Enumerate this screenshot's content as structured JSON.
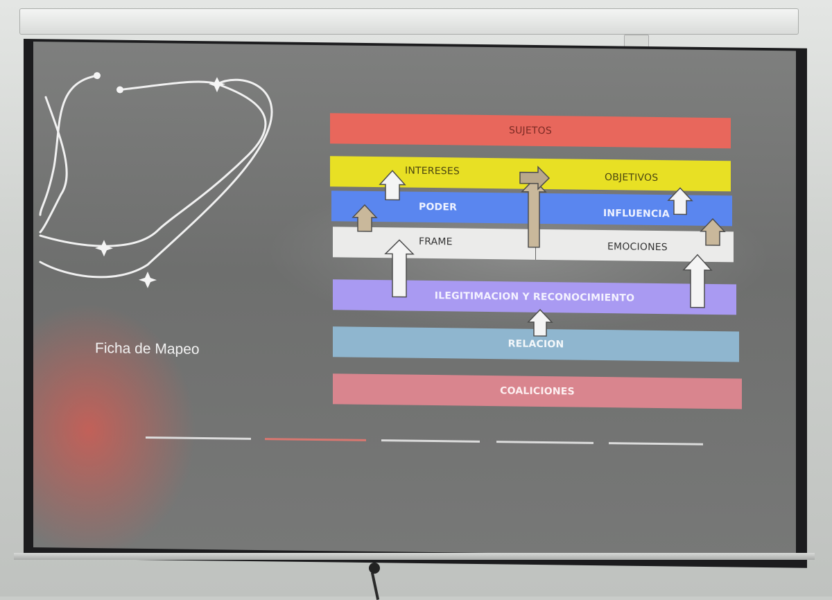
{
  "slide": {
    "title": "Ficha de Mapeo",
    "bands": {
      "sujetos": "SUJETOS",
      "intereses": "INTERESES",
      "objetivos": "OBJETIVOS",
      "poder": "PODER",
      "influencia": "INFLUENCIA",
      "frame": "FRAME",
      "emociones": "EMOCIONES",
      "legitimacion": "ILEGITIMACION Y RECONOCIMIENTO",
      "relacion": "RELACION",
      "coaliciones": "COALICIONES"
    }
  },
  "colors": {
    "sujetos": "#e8675c",
    "intereses": "#e8e024",
    "poder": "#5a86ef",
    "frame": "#ebebea",
    "legitimacion": "#a99af2",
    "relacion": "#8fb6cf",
    "coaliciones": "#d9858e"
  }
}
